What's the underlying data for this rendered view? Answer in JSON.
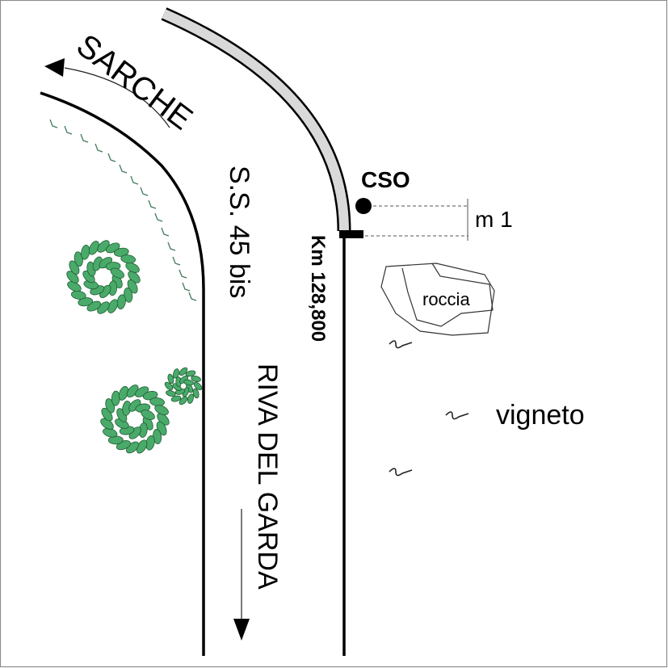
{
  "labels": {
    "sarche": "SARCHE",
    "road_name": "S.S. 45 bis",
    "km_marker": "Km 128,800",
    "riva_del_garda": "RIVA DEL GARDA",
    "station_code": "CSO",
    "distance": "m 1",
    "rock": "roccia",
    "vineyard": "vigneto"
  },
  "colors": {
    "road_edge": "#000000",
    "guardrail_fill": "#d9d9d9",
    "vegetation": "#4aaa6a",
    "vegetation_outline": "#1f5c33",
    "embankment_tick": "#3f7a5a",
    "frame": "#8c8c8c"
  },
  "icons": {
    "station": "station-marker-dot",
    "km_post": "km-post-bar",
    "trees": "tree-cluster-icon",
    "vines": "vine-symbol-icon",
    "direction": "arrow-icon"
  }
}
